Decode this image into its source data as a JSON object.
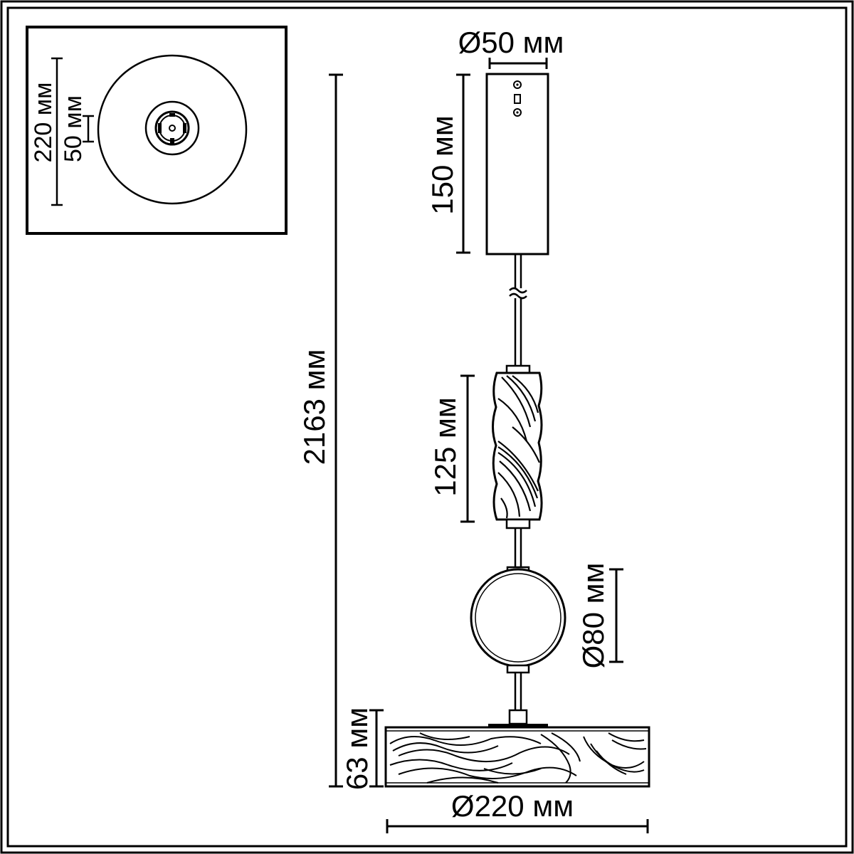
{
  "inset_view": {
    "outer_diameter_label": "220 мм",
    "canopy_diameter_label": "50 мм"
  },
  "dimensions": {
    "total_height_label": "2163 мм",
    "canopy_diameter_label": "Ø50 мм",
    "canopy_height_label": "150 мм",
    "cylinder_height_label": "125 мм",
    "sphere_diameter_label": "Ø80 мм",
    "disc_height_label": "63 мм",
    "disc_diameter_label": "Ø220 мм"
  }
}
